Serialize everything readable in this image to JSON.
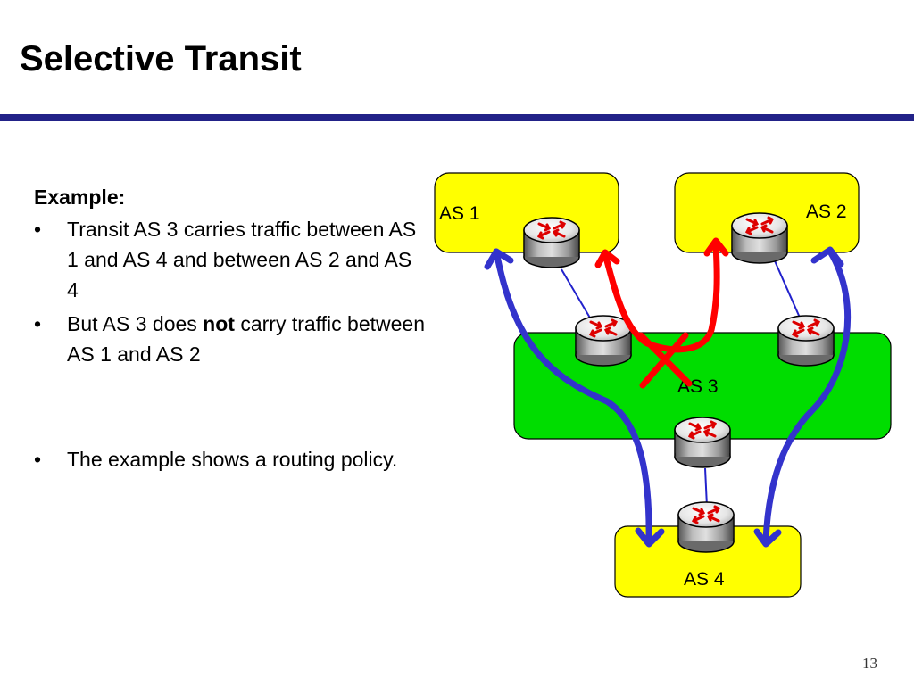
{
  "slide": {
    "title": "Selective Transit",
    "page_number": "13"
  },
  "body": {
    "heading": "Example:",
    "bullets": [
      {
        "text": "Transit AS 3 carries traffic between AS 1 and AS 4 and between AS 2 and AS 4"
      },
      {
        "prefix": "But AS 3 does ",
        "bold": "not",
        "suffix": " carry traffic between AS 1 and AS 2"
      },
      {
        "text": "The example shows a routing policy."
      }
    ]
  },
  "diagram": {
    "as_labels": {
      "as1": "AS 1",
      "as2": "AS 2",
      "as3": "AS 3",
      "as4": "AS 4"
    },
    "colors": {
      "stub_as_fill": "#ffff00",
      "transit_as_fill": "#00dd00",
      "allowed_path": "#3333cc",
      "blocked_path": "#ff0000",
      "link": "#2222cc",
      "title_rule": "#222288"
    },
    "icons": [
      "router-icon",
      "blocked-x-icon",
      "arrow-icon"
    ]
  }
}
